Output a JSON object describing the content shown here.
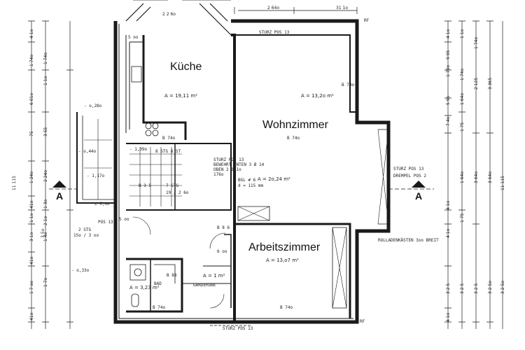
{
  "rooms": {
    "kueche": {
      "name": "Küche",
      "area": "A = 19,11 m²"
    },
    "wohnzimmer": {
      "name": "Wohnzimmer",
      "area": "A = 13,2o m²"
    },
    "arbeitszimmer": {
      "name": "Arbeitszimmer",
      "area": "A = 13,o7 m²"
    },
    "flur": {
      "area": "A = 2o,24 m²"
    },
    "bad": {
      "name": "BAD",
      "area": "A = 3,23 m²"
    },
    "garderobe": {
      "name": "GARDEROBE",
      "area": "A = 1 m²"
    }
  },
  "notes": {
    "sturz_top": "STURZ POS 13",
    "sturz_right": "STURZ POS 13",
    "drempel": "DREMPEL POS 2",
    "sturz_bottom": "STURZ POS 13",
    "rolladen": "ROLLADENKÄSTEN 3oo BREIT",
    "sturz_flur_1": "STURZ POS 13",
    "sturz_flur_2": "BEWEHRT UNTEN 3 Ø 14",
    "sturz_flur_3": "OBEN 2 Ø 1o",
    "sturz_flur_4": "176o",
    "bgl": "BGL # 6",
    "bgl_d": "d = 115 mm",
    "stg8": "8 STG 8 ST",
    "stg7": "7 STG",
    "stg7b": "19 / 2 6o",
    "stg2": "2 STG",
    "stg2b": "15o / 3 oo",
    "pos": "POS 13",
    "b74_kueche": "B 74o",
    "b74_wohn": "B 74o",
    "b74_arbeit": "B 74o",
    "b74_bad": "B 74o",
    "b74_right": "B 74o",
    "rf_top": "RF",
    "rf_bottom": "RF",
    "b88": "B 88",
    "b6": "6 oo",
    "b86": "B 8 6",
    "b3536": "B 3 5"
  },
  "levels": {
    "l1": "- o,28o",
    "l2": "- 1,39o",
    "l3": "- 1,17o",
    "l4": "± 0,oo",
    "l5": "- o,33o",
    "l6": "- o,44o",
    "l7": "5 oo",
    "l8": "5 oo"
  },
  "section_marks": {
    "left": "A",
    "right": "A"
  },
  "dims_left_outer": [
    "4 1o",
    "1 74o",
    "6 01o",
    "75",
    "1 24o",
    "41o",
    "1 1o",
    "3 1o",
    "3 5o",
    "41o",
    "1 7 oo",
    "41o"
  ],
  "dims_left_inner": [
    "1 1o",
    "1 74o",
    "3 55",
    "2 24o",
    "1 3o",
    "2 1o",
    "1 4o",
    "1 7o"
  ],
  "dims_left_total": "11 115",
  "dims_right_a": [
    "4 1o",
    "9 95",
    "1 78o",
    "5 9o",
    "7 4o",
    "4 1o",
    "1 75",
    "4 1o",
    "3 2 5",
    "4 1o"
  ],
  "dims_right_b": [
    "1 1o",
    "1 74o",
    "1 64o",
    "1 75",
    "1 64o",
    "3 64o",
    "3 2 5",
    "3 2 5"
  ],
  "dims_right_c": [
    "1 74o",
    "2 125",
    "3 64o",
    "3 2 5o"
  ],
  "dims_right_d": [
    "3 365",
    "11 115",
    "3 2 5o"
  ],
  "dims_top": [
    "2 64o",
    "31 1o",
    "2 2 6o"
  ],
  "colors": {
    "ink": "#1a1a1a",
    "paper": "#ffffff"
  }
}
